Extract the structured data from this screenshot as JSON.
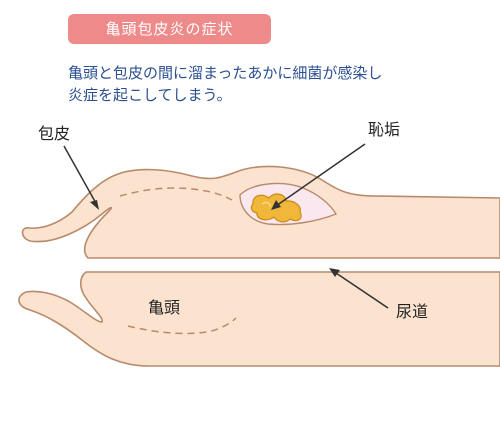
{
  "header": {
    "title": "亀頭包皮炎の症状"
  },
  "description": {
    "line1": "亀頭と包皮の間に溜まったあかに細菌が感染し",
    "line2": "炎症を起こしてしまう。"
  },
  "labels": {
    "foreskin": "包皮",
    "smegma": "恥垢",
    "glans": "亀頭",
    "urethra": "尿道"
  },
  "colors": {
    "badge": "#ef8a8a",
    "description_text": "#2b4f92",
    "skin_fill": "#fce3cf",
    "outline": "#b88a6c",
    "smegma_fill": "#f0b73a",
    "smegma_outline": "#c98a16",
    "inflamed_pocket": "#fbe8ee"
  }
}
